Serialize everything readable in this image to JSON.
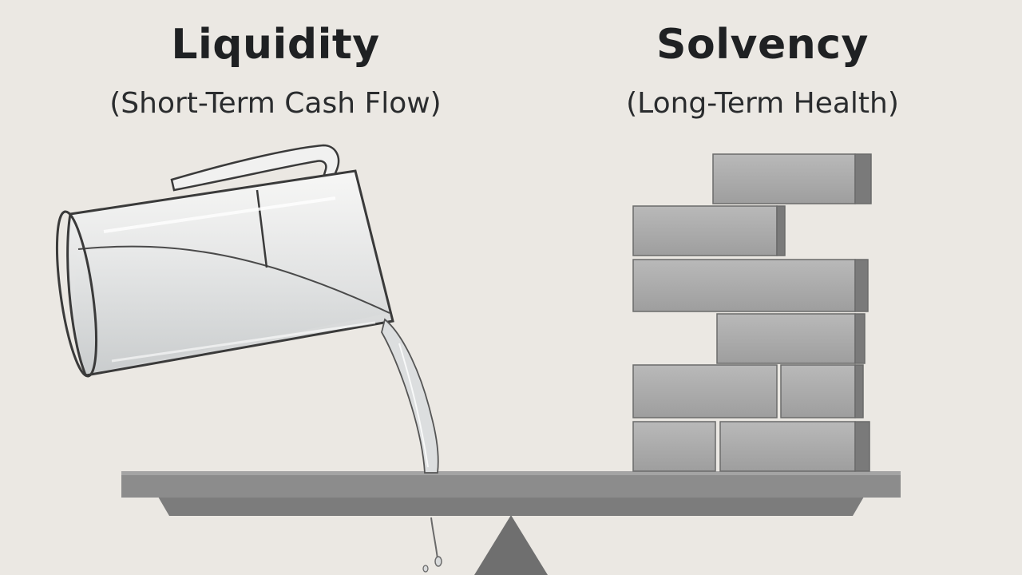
{
  "liquidity": {
    "title": "Liquidity",
    "subtitle": "(Short-Term Cash Flow)"
  },
  "solvency": {
    "title": "Solvency",
    "subtitle": "(Long-Term Health)"
  },
  "colors": {
    "background": "#ebe8e3",
    "brick": "#a9a9a9",
    "beam": "#8c8c8c",
    "fulcrum": "#6f6f6f",
    "text": "#1f2123"
  },
  "icons": [
    "water-pitcher-icon",
    "brick-stack-icon",
    "balance-scale-icon"
  ]
}
